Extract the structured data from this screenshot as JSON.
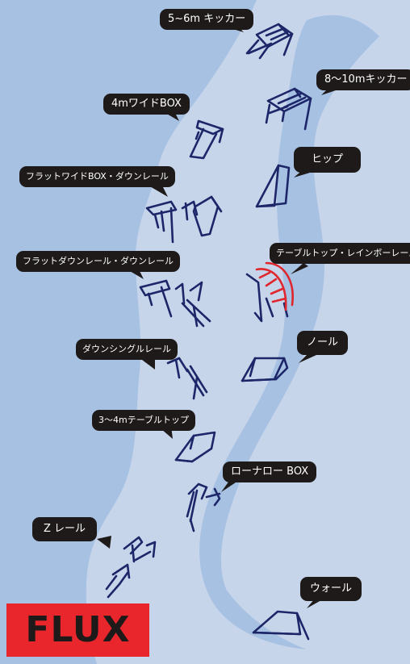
{
  "labels": {
    "kicker_5_6": "5~6m キッカー",
    "kicker_8_10": "8～10mキッカー",
    "wide_box_4m": "4mワイドBOX",
    "hip": "ヒップ",
    "flat_wide_box_down_rail": "フラットワイドBOX・ダウンレール",
    "tabletop_rainbow_rail": "テーブルトップ・レインボーレール",
    "flat_down_rail_down_rail": "フラットダウンレール・ダウンレール",
    "knoll": "ノール",
    "down_single_rail": "ダウンシングルレール",
    "table_top_3_4": "3～4mテーブルトップ",
    "low_narrow_box": "ローナロー BOX",
    "z_rail": "Z レール",
    "wall": "ウォール"
  },
  "logo": "FLUX",
  "colors": {
    "background": "#a7c1e3",
    "slope": "#c6d5ea",
    "label_bg": "#1e1a1a",
    "feature_stroke": "#1c2668",
    "rainbow_rail": "#e0262d",
    "logo_bg": "#e8262b"
  }
}
